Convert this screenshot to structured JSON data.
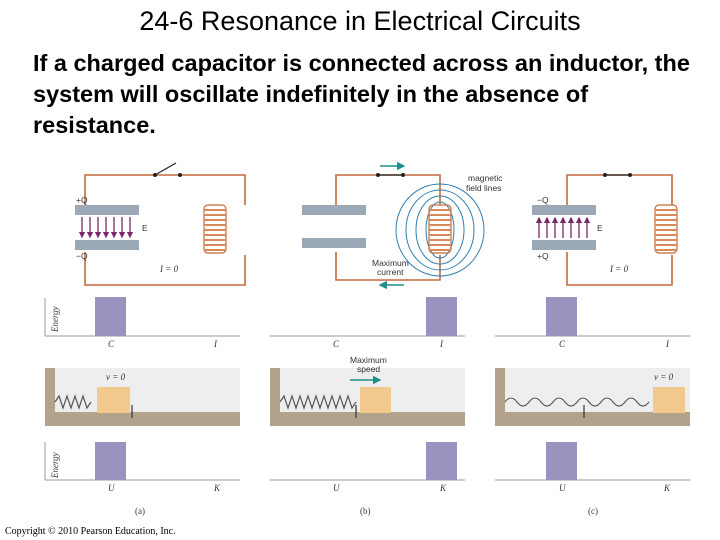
{
  "slide": {
    "title": "24-6 Resonance in Electrical Circuits",
    "body": "If a charged capacitor is connected across an inductor, the system will oscillate indefinitely in the absence of resistance.",
    "copyright": "Copyright © 2010 Pearson Education, Inc."
  },
  "figure": {
    "charge_plus": "+Q",
    "charge_minus": "−Q",
    "field_label": "E",
    "current_zero": "I = 0",
    "magnetic_label_1": "magnetic",
    "magnetic_label_2": "field lines",
    "max_current_1": "Maximum",
    "max_current_2": "current",
    "energy_axis": "Energy",
    "bar_label_c": "C",
    "bar_label_i": "I",
    "bar_label_u": "U",
    "bar_label_k": "K",
    "v_zero": "v = 0",
    "max_speed_1": "Maximum",
    "max_speed_2": "speed",
    "panel_a": "(a)",
    "panel_b": "(b)",
    "panel_c": "(c)"
  },
  "colors": {
    "wire": "#c46a3a",
    "plate": "#9aa9b5",
    "field_arrow": "#7a2a6a",
    "bar": "#9b93bf",
    "block": "#f2c98d",
    "ground": "#b3a38c",
    "field_lines": "#2f7fb0"
  }
}
